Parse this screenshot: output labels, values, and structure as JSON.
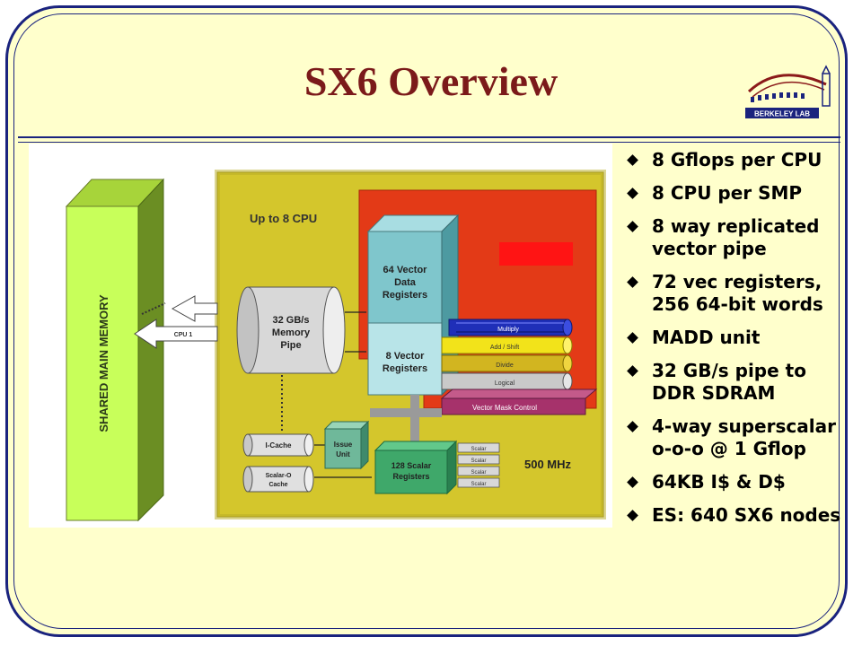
{
  "slide": {
    "title": "SX6 Overview",
    "logo_text": "BERKELEY LAB",
    "bullets": [
      "8 Gflops per CPU",
      "8 CPU per SMP",
      "8 way replicated vector pipe",
      "72 vec registers, 256 64-bit words",
      "MADD unit",
      "32 GB/s pipe to DDR SDRAM",
      "4-way superscalar o-o-o @ 1 Gflop",
      "64KB I$ & D$",
      "ES: 640 SX6 nodes"
    ]
  },
  "diagram": {
    "shared_memory_label": "SHARED MAIN MEMORY",
    "cpu_arrow_label": "CPU 1",
    "up_to_cpu_label": "Up to 8 CPU",
    "memory_pipe": [
      "32 GB/s",
      "Memory",
      "Pipe"
    ],
    "vector_data_registers": [
      "64 Vector",
      "Data",
      "Registers"
    ],
    "vector_registers": [
      "8 Vector",
      "Registers"
    ],
    "pipes": [
      "Multiply",
      "Add / Shift",
      "Divide",
      "Logical"
    ],
    "vector_mask_label": "Vector Mask Control",
    "icache_label": "I-Cache",
    "scalar_cache": [
      "Scalar-O",
      "Cache"
    ],
    "issue_unit": [
      "Issue",
      "Unit"
    ],
    "scalar_registers": [
      "128 Scalar",
      "Registers"
    ],
    "scalar_units": [
      "Scalar",
      "Scalar",
      "Scalar",
      "Scalar"
    ],
    "clock_label": "500 MHz"
  }
}
